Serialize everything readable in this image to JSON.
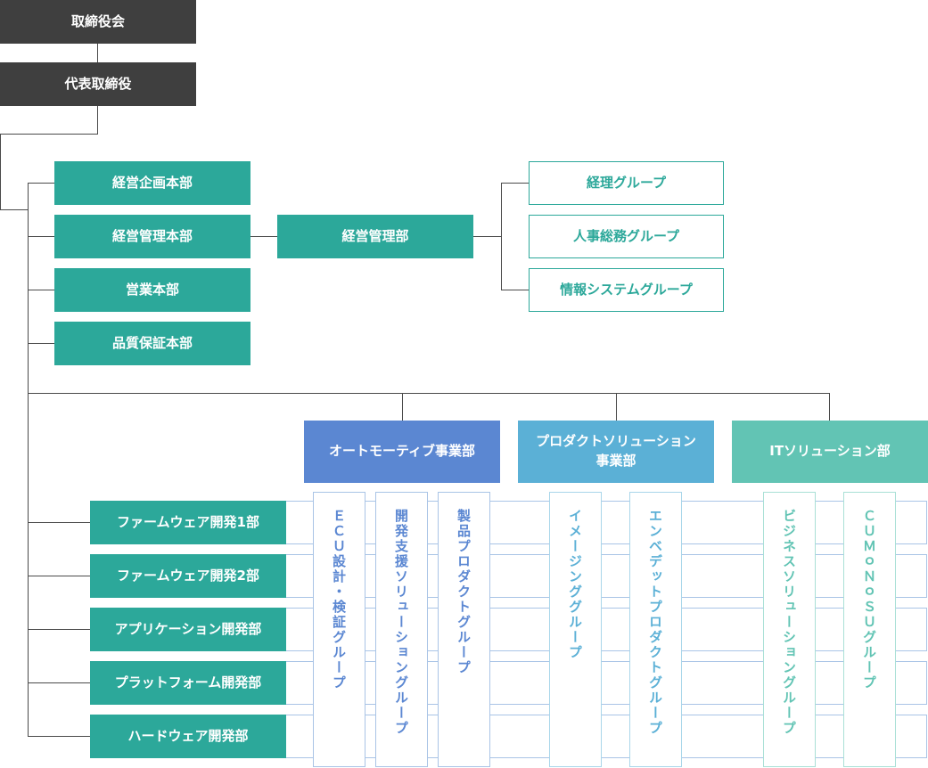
{
  "board": "取締役会",
  "president": "代表取締役",
  "divisions": {
    "planning": "経営企画本部",
    "management": "経営管理本部",
    "sales": "営業本部",
    "quality": "品質保証本部"
  },
  "management_dept": "経営管理部",
  "management_groups": [
    "経理グループ",
    "人事総務グループ",
    "情報システムグループ"
  ],
  "businesses": {
    "automotive": "オートモーティブ事業部",
    "product_solution": "プロダクトソリューション\n事業部",
    "it_solution": "ITソリューション部"
  },
  "dev_depts": [
    "ファームウェア開発1部",
    "ファームウェア開発2部",
    "アプリケーション開発部",
    "プラットフォーム開発部",
    "ハードウェア開発部"
  ],
  "groups": {
    "ecu": "ＥＣＵ設計・検証グループ",
    "dev_support": "開発支援ソリューショングループ",
    "product": "製品プロダクトグループ",
    "imaging": "イメージンググループ",
    "embedded": "エンベデットプロダクトグループ",
    "business": "ビジネスソリューショングループ",
    "cumonosu": "ＣＵＭｏＮｏＳＵグループ"
  },
  "colors": {
    "dark": "#3f3f3f",
    "teal": "#2ca89a",
    "automotive": "#5b87d2",
    "product_solution": "#5bb0d6",
    "it_solution": "#62c4b4"
  }
}
